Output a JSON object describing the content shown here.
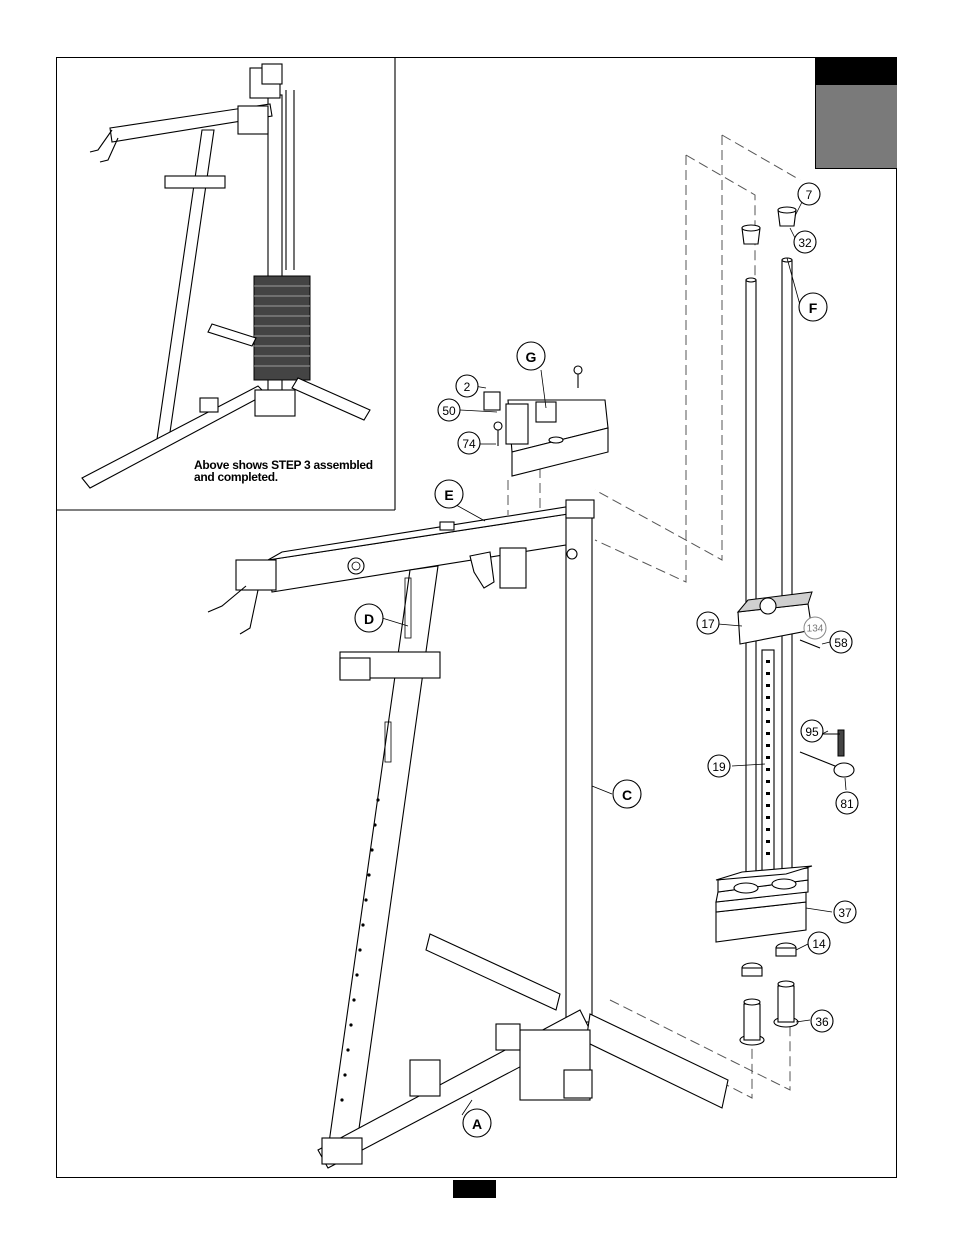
{
  "inset": {
    "caption": "Above shows STEP 3 assembled and completed."
  },
  "callouts": {
    "A": "A",
    "C": "C",
    "D": "D",
    "E": "E",
    "F": "F",
    "G": "G",
    "p2": "2",
    "p7": "7",
    "p14": "14",
    "p17": "17",
    "p19": "19",
    "p32": "32",
    "p36": "36",
    "p37": "37",
    "p50": "50",
    "p58": "58",
    "p74": "74",
    "p81": "81",
    "p95": "95",
    "p134": "134"
  },
  "colors": {
    "tab_black": "#000000",
    "tab_gray": "#7a7a7a",
    "frame": "#000000"
  }
}
